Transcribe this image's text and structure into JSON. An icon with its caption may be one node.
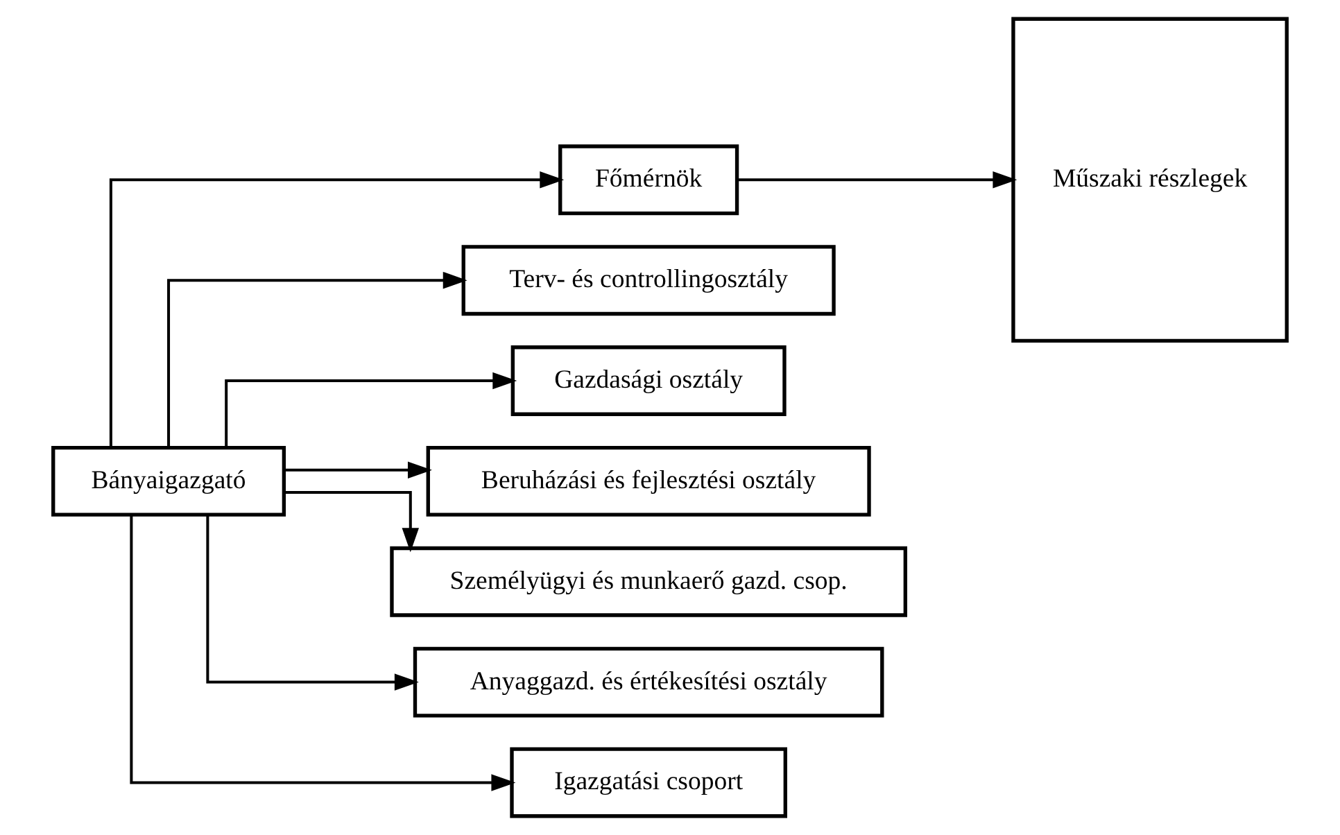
{
  "diagram": {
    "nodes": [
      {
        "text": [
          "Bányaigazgató"
        ]
      },
      {
        "text": [
          "Főmérnök"
        ]
      },
      {
        "text": [
          "Műszaki részlegek"
        ]
      },
      {
        "text": [
          "Terv- és controllingosztály"
        ]
      },
      {
        "text": [
          "Gazdasági osztály"
        ]
      },
      {
        "text": [
          "Beruházási és fejlesztési osztály"
        ]
      },
      {
        "text": [
          "Személyügyi és munkaerő gazd. csop."
        ]
      },
      {
        "text": [
          "Anyaggazd. és értékesítési osztály"
        ]
      },
      {
        "text": [
          "Igazgatási csoport"
        ]
      }
    ],
    "edges": [
      {
        "from": 0,
        "to": 1,
        "arrow": "to"
      },
      {
        "from": 1,
        "to": 2,
        "arrow": "to"
      },
      {
        "from": 0,
        "to": 3,
        "arrow": "to"
      },
      {
        "from": 0,
        "to": 4,
        "arrow": "to"
      },
      {
        "from": 0,
        "to": 5,
        "arrow": "to"
      },
      {
        "from": 0,
        "to": 6,
        "arrow": "to"
      },
      {
        "from": 0,
        "to": 7,
        "arrow": "to"
      },
      {
        "from": 0,
        "to": 8,
        "arrow": "to"
      }
    ]
  }
}
